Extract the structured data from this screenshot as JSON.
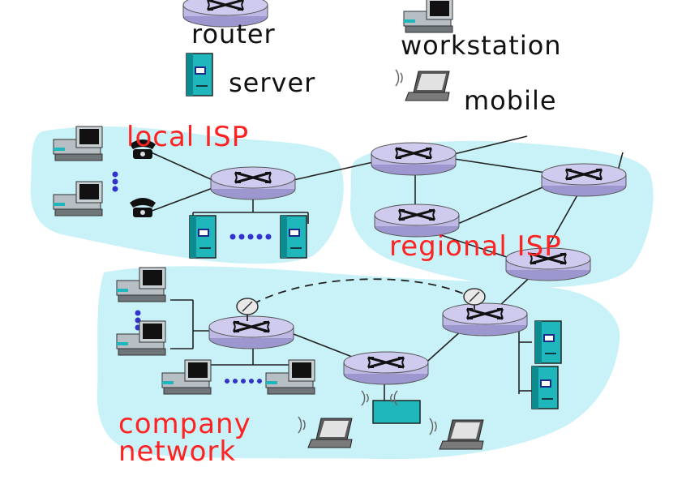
{
  "legend": {
    "router": "router",
    "server": "server",
    "workstation": "workstation",
    "mobile": "mobile"
  },
  "regions": {
    "local_isp": "local ISP",
    "regional_isp": "regional ISP",
    "company_line1": "company",
    "company_line2": "network"
  },
  "colors": {
    "region_fill": "#c8f2f8",
    "router_fill": "#c4c0e8",
    "server_fill": "#1fb7bb",
    "label_red": "#ff2222"
  }
}
